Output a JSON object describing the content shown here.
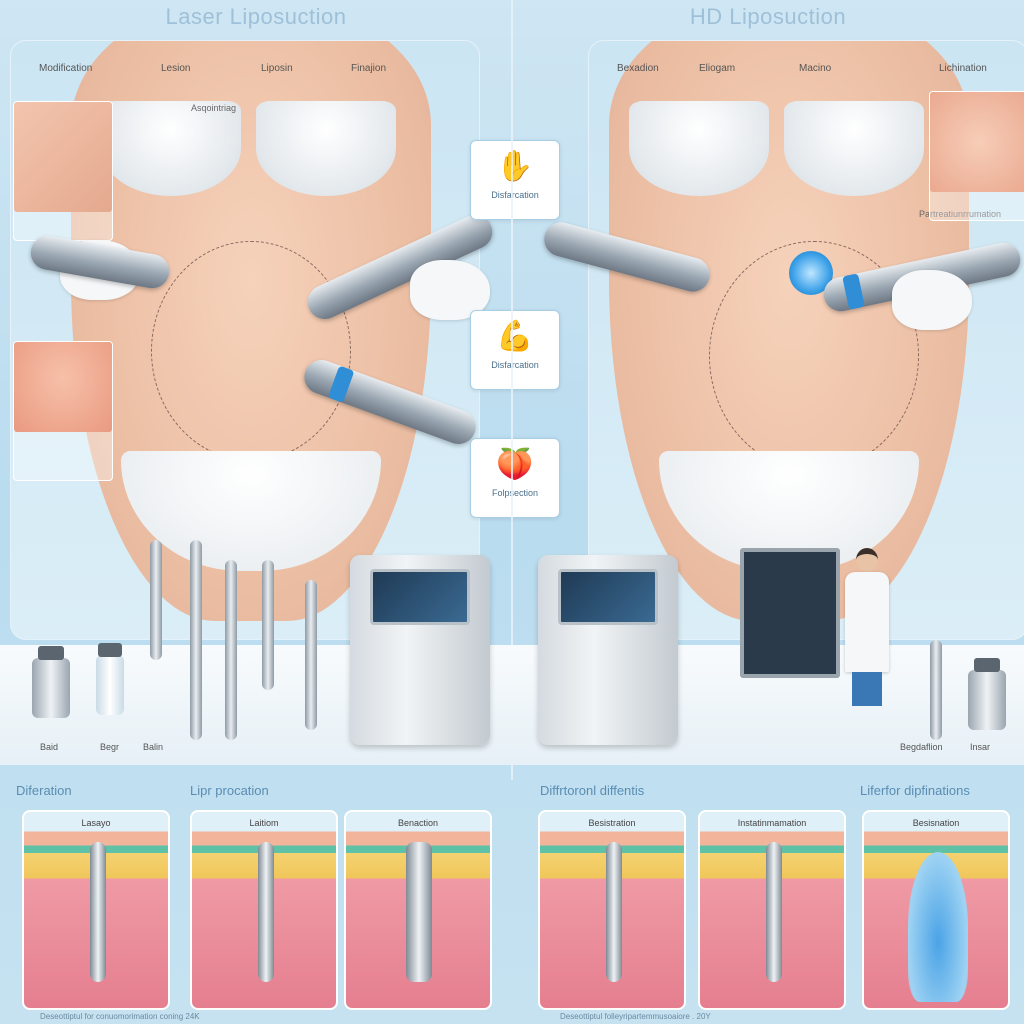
{
  "left_panel": {
    "title": "Laser Liposuction",
    "torso_labels": [
      "Modification",
      "Lesion",
      "Liposin",
      "Finajion"
    ],
    "zone_label": "Asqointriag",
    "callouts": [
      {
        "text": "Disfarcation",
        "icon": "hand-icon"
      },
      {
        "text": "Disfarcation",
        "icon": "arm-icon"
      },
      {
        "text": "Folpsection",
        "icon": "peach-icon"
      }
    ],
    "tools": [
      "Baid",
      "Begr",
      "Balin"
    ],
    "section_a": "Diferation",
    "section_b": "Lipr procation",
    "tissue_labels": [
      "Lasayo",
      "Laitiom",
      "Benaction"
    ],
    "footnote": "Deseottiptul for conuomorimation coning 24K"
  },
  "right_panel": {
    "title": "HD Liposuction",
    "torso_labels": [
      "Bexadion",
      "Eliogam",
      "Macino",
      "Lichination"
    ],
    "zone_label": "Partreatiunrrumation",
    "tools": [
      "Begdaflion",
      "Insar"
    ],
    "section_a": "Diffrtoronl diffentis",
    "section_b": "Liferfor dipfinations",
    "tissue_labels": [
      "Besistration",
      "Instatinmamation",
      "Besisnation"
    ],
    "footnote": "Deseottiptul folleyripartemmusoaiore . 20Y"
  },
  "colors": {
    "accent": "#2f8ed6",
    "skin": "#f0c3a8",
    "fat": "#f4d270",
    "muscle": "#e57f90"
  }
}
